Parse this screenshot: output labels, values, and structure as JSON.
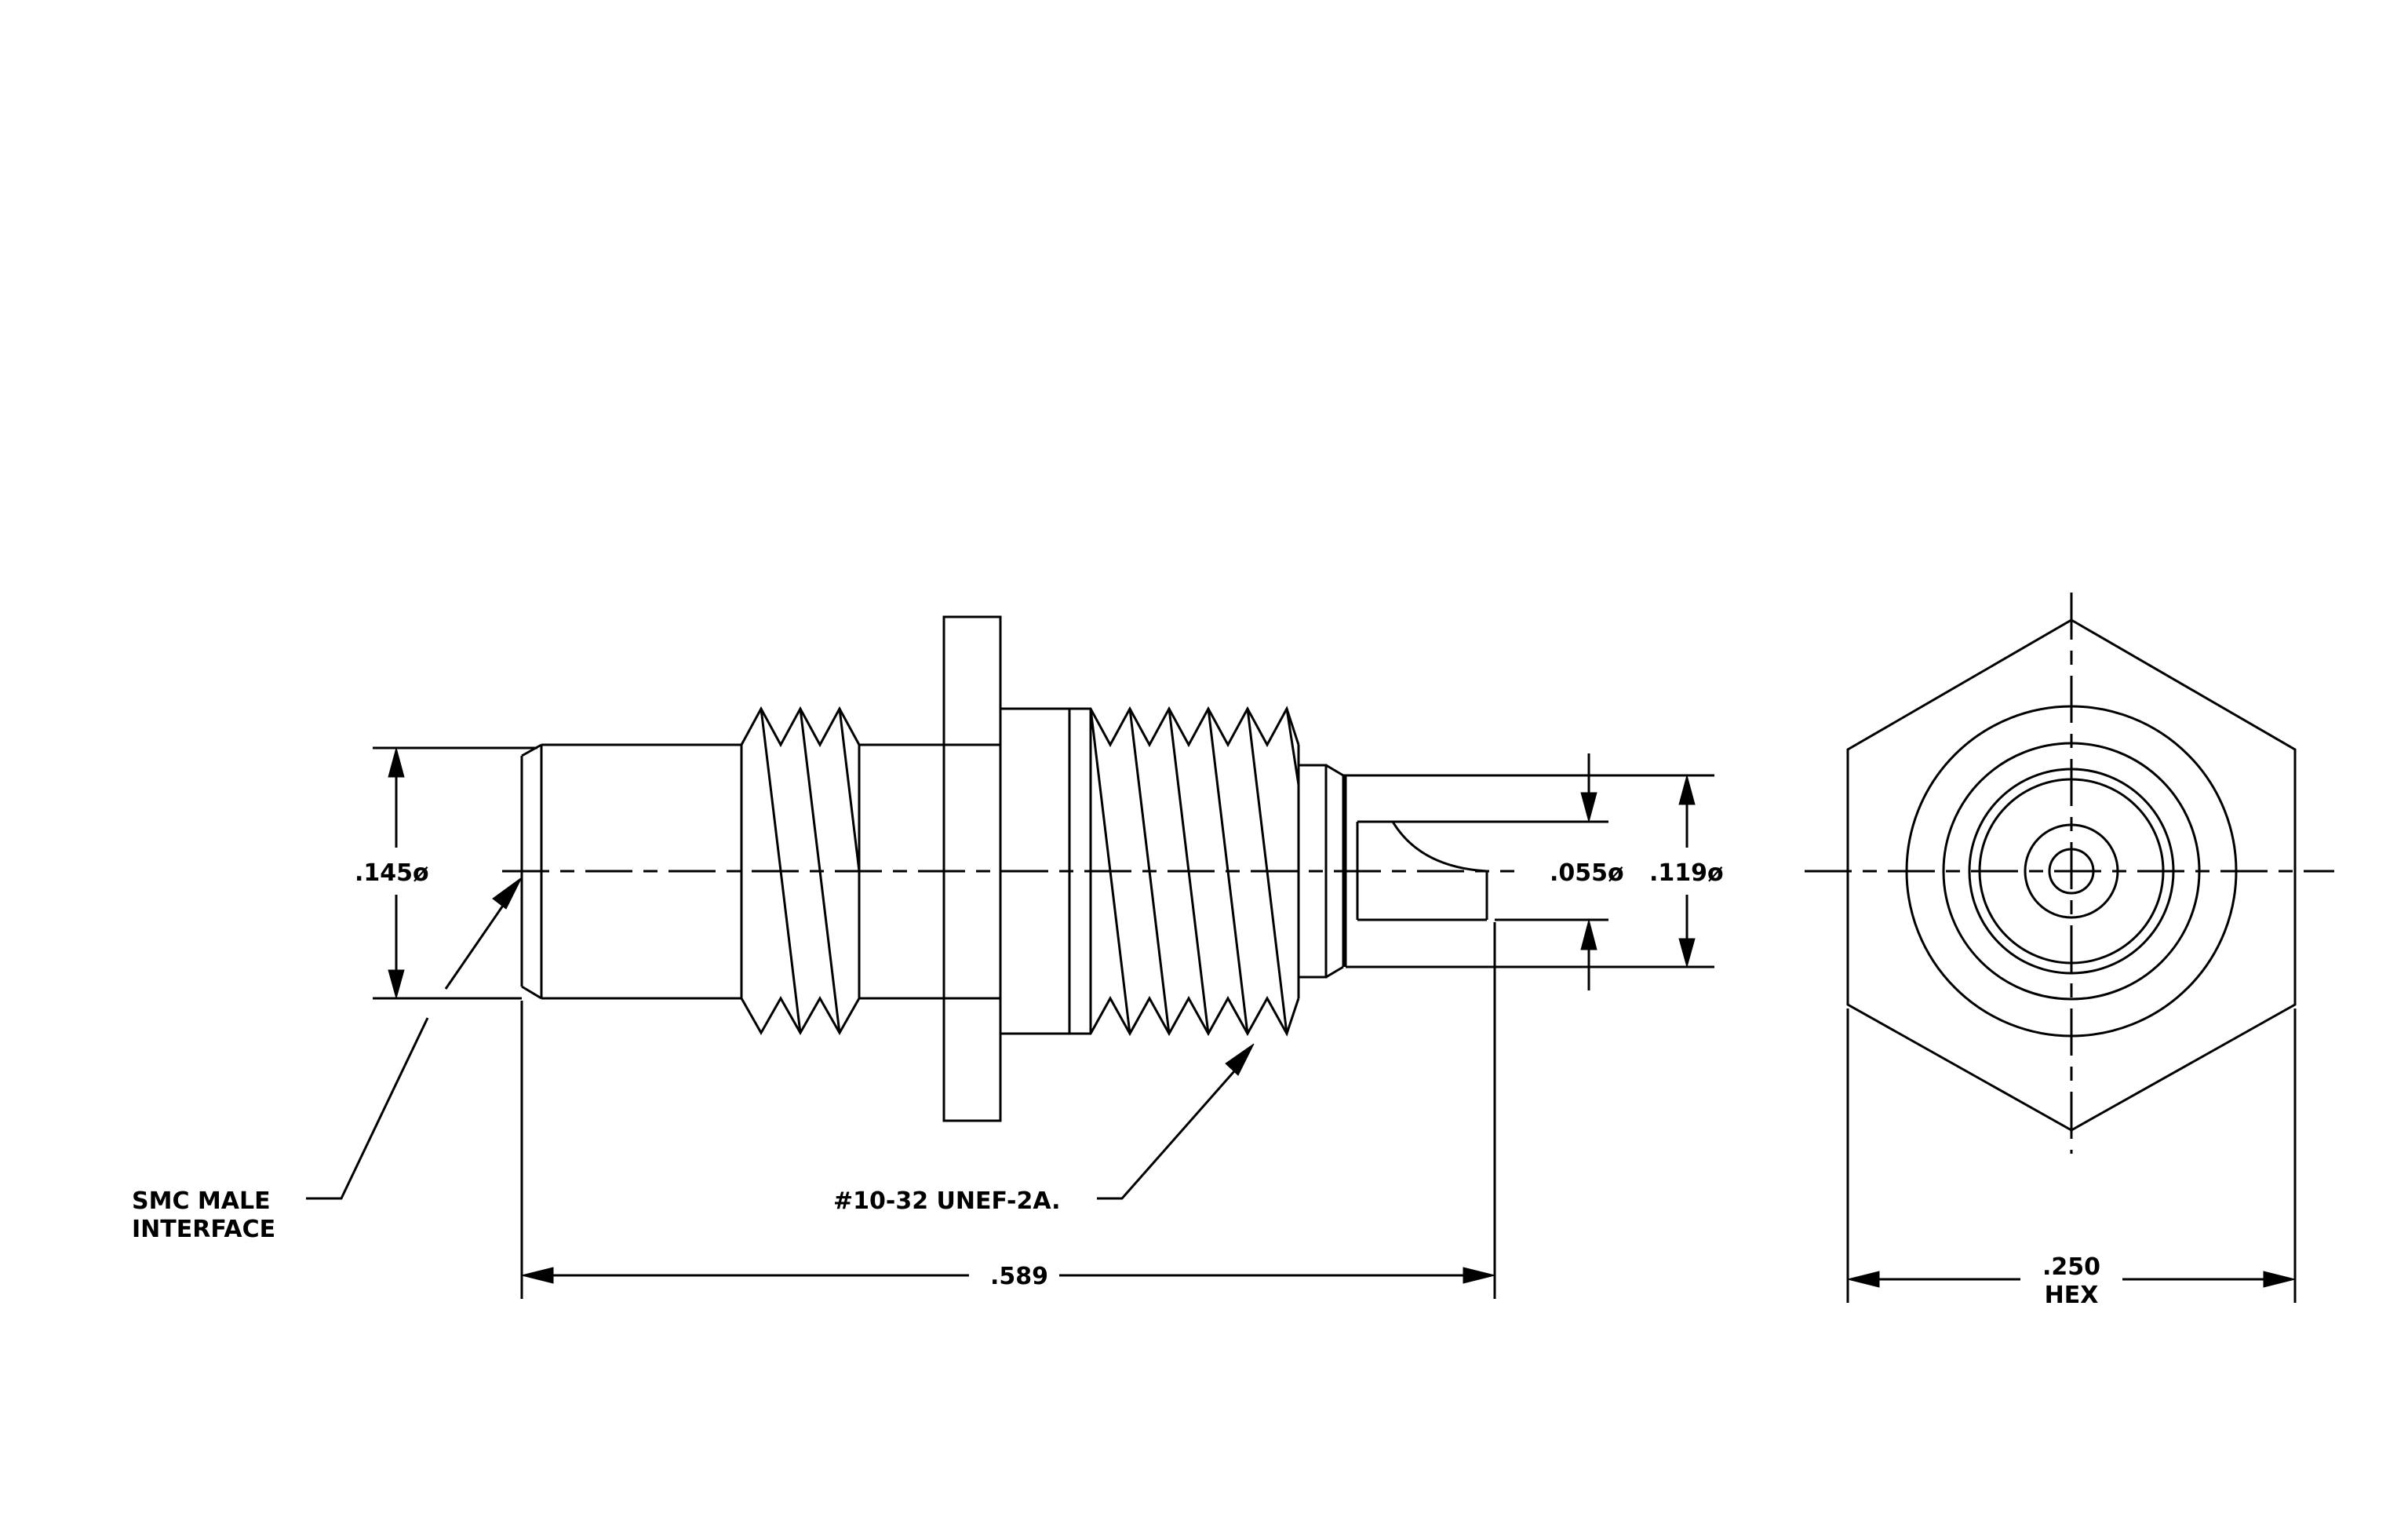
{
  "dimensions": {
    "body_diameter": ".145ø",
    "pin_diameter": ".055ø",
    "shank_diameter": ".119ø",
    "overall_length": ".589",
    "hex_size_line1": ".250",
    "hex_size_line2": "HEX"
  },
  "callouts": {
    "interface_line1": "SMC MALE",
    "interface_line2": "INTERFACE",
    "thread_spec": "#10-32 UNEF-2A."
  }
}
